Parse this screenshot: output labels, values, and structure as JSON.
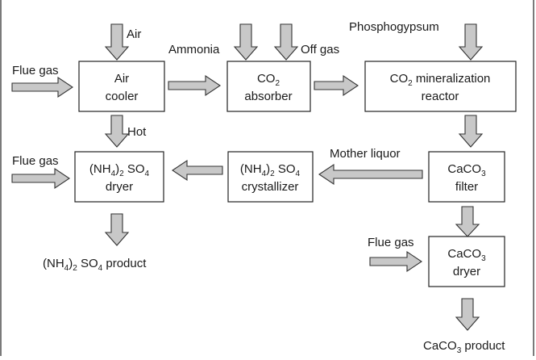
{
  "labels": {
    "air": "Air",
    "ammonia": "Ammonia",
    "off_gas": "Off gas",
    "phosphogypsum": "Phosphogypsum",
    "flue_gas_1": "Flue gas",
    "flue_gas_2": "Flue gas",
    "flue_gas_3": "Flue gas",
    "hot": "Hot",
    "mother_liquor": "Mother liquor"
  },
  "boxes": {
    "air_cooler": {
      "line1": "Air",
      "line2": "cooler"
    },
    "co2_absorber": {
      "co": "CO",
      "sub2": "2",
      "line2": "absorber"
    },
    "mineralization": {
      "co": "CO",
      "sub2": "2",
      "rest": " mineralization",
      "line2": "reactor"
    },
    "caco3_filter": {
      "caco": "CaCO",
      "sub3": "3",
      "line2": "filter"
    },
    "crystallizer": {
      "nh": "(NH",
      "sub4": "4",
      "close": ")",
      "sub2": "2",
      "so": " SO",
      "sub4b": "4",
      "line2": "crystallizer"
    },
    "dryer_nh4": {
      "nh": "(NH",
      "sub4": "4",
      "close": ")",
      "sub2": "2",
      "so": " SO",
      "sub4b": "4",
      "line2": "dryer"
    },
    "dryer_caco3": {
      "caco": "CaCO",
      "sub3": "3",
      "line2": "dryer"
    }
  },
  "products": {
    "nh4_product": {
      "nh": "(NH",
      "sub4": "4",
      "close": ")",
      "sub2": "2",
      "so": " SO",
      "sub4b": "4",
      "rest": " product"
    },
    "caco3_product": {
      "caco": "CaCO",
      "sub3": "3",
      "rest": " product"
    }
  }
}
